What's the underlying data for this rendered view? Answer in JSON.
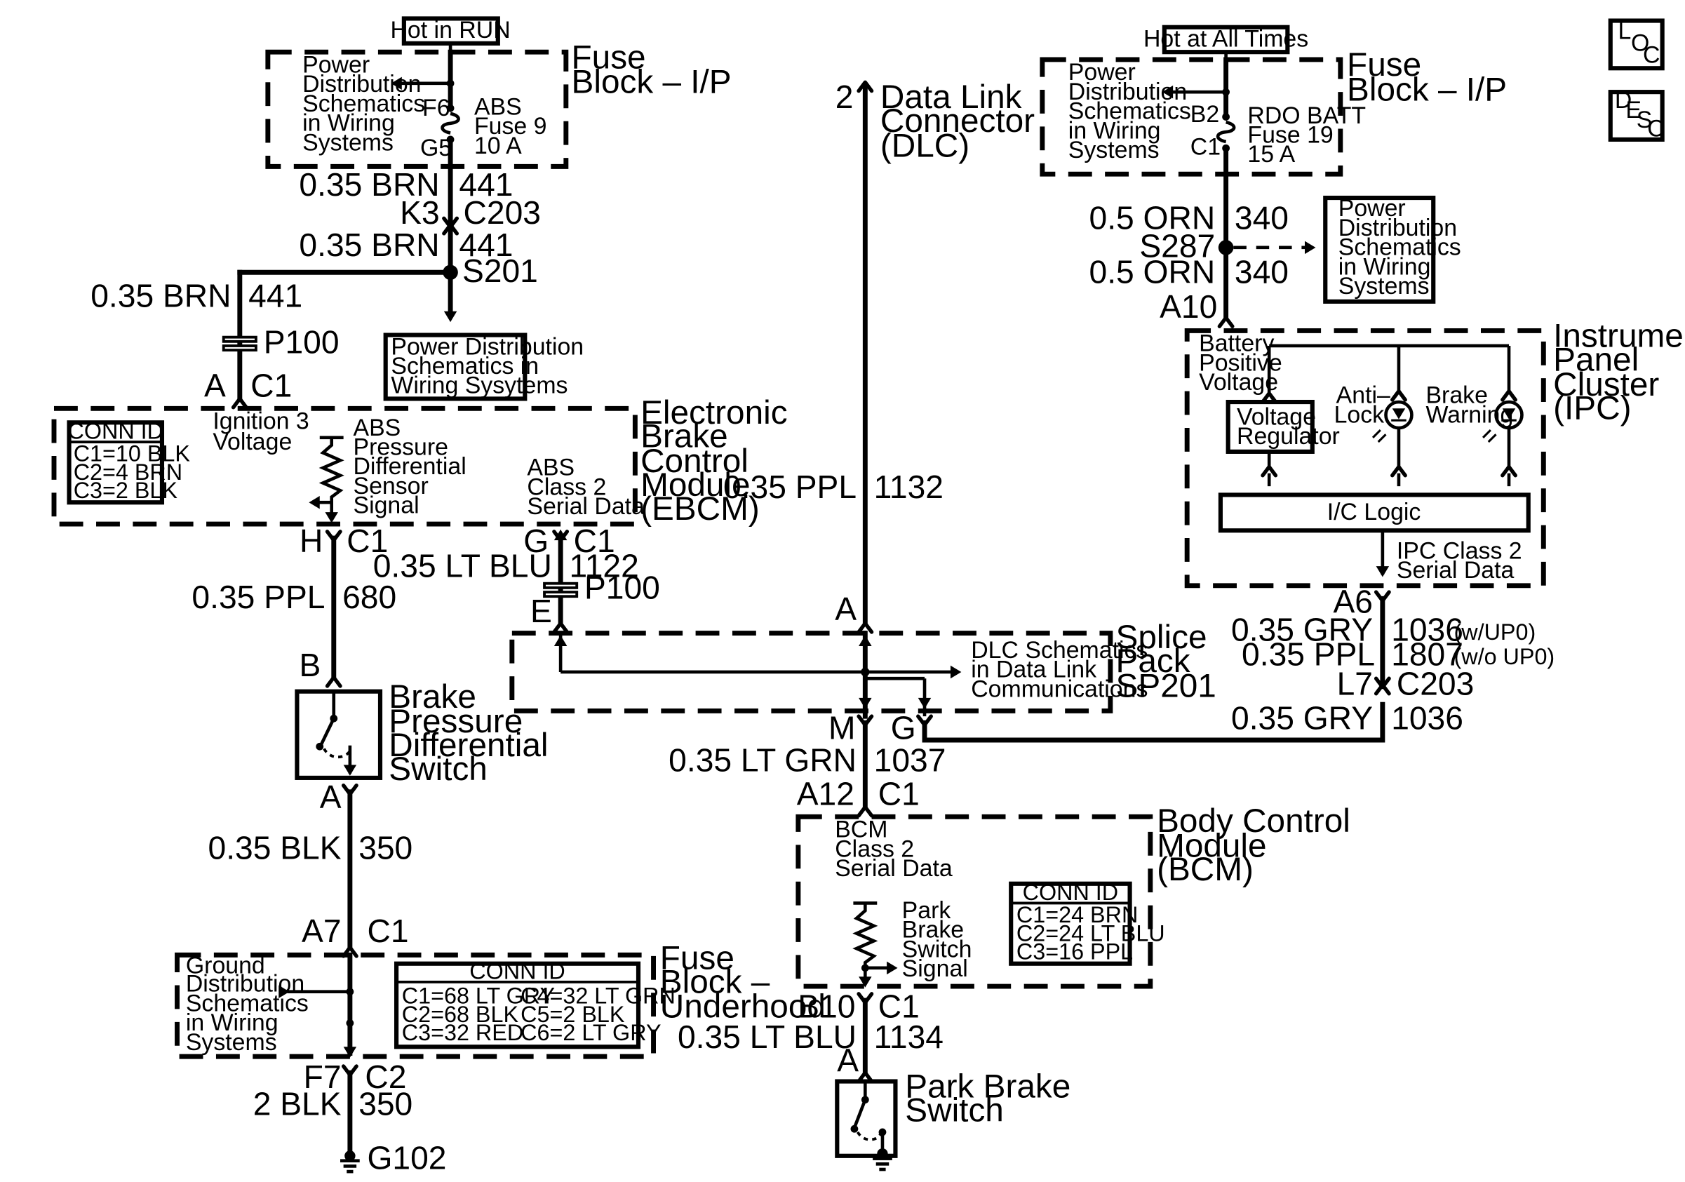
{
  "top_left": {
    "hot_label": "Hot in RUN",
    "block_title": [
      "Fuse",
      "Block – I/P"
    ],
    "power_dist": [
      "Power",
      "Distribution",
      "Schematics",
      "in Wiring",
      "Systems"
    ],
    "pin_top": "F6",
    "pin_bottom": "G5",
    "fuse_text": [
      "ABS",
      "Fuse 9",
      "10 A"
    ],
    "wire1_gauge": "0.35 BRN",
    "wire1_num": "441",
    "conn1_pin": "K3",
    "conn1_name": "C203",
    "wire2_gauge": "0.35 BRN",
    "wire2_num": "441",
    "splice": "S201",
    "wire3_gauge": "0.35 BRN",
    "wire3_num": "441",
    "p100": "P100",
    "power_box": [
      "Power Distribution",
      "Schematics in",
      "Wiring Sysytems"
    ],
    "pin_a": "A",
    "pin_c1": "C1"
  },
  "ebcm": {
    "title": [
      "Electronic",
      "Brake",
      "Control",
      "Module",
      "(EBCM)"
    ],
    "conn_id_title": "CONN ID",
    "conn_id": [
      "C1=10 BLK",
      "C2=4 BRN",
      "C3=2 BLK"
    ],
    "ign": [
      "Ignition 3",
      "Voltage"
    ],
    "sensor": [
      "ABS",
      "Pressure",
      "Differential",
      "Sensor",
      "Signal"
    ],
    "class2": [
      "ABS",
      "Class 2",
      "Serial Data"
    ],
    "pin_h": "H",
    "pin_h_conn": "C1",
    "pin_g": "G",
    "pin_g_conn": "C1"
  },
  "brake_switch": {
    "wire_gauge": "0.35 PPL",
    "wire_num": "680",
    "pin_b": "B",
    "title": [
      "Brake",
      "Pressure",
      "Differential",
      "Switch"
    ],
    "pin_a": "A",
    "wire2_gauge": "0.35 BLK",
    "wire2_num": "350",
    "pin_a7": "A7",
    "pin_a7_conn": "C1"
  },
  "underhood": {
    "title": [
      "Fuse",
      "Block –",
      "Underhood"
    ],
    "ground_dist": [
      "Ground",
      "Distribution",
      "Schematics",
      "in Wiring",
      "Systems"
    ],
    "conn_id_title": "CONN ID",
    "conn_id_left": [
      "C1=68 LT GRY",
      "C2=68 BLK",
      "C3=32 RED"
    ],
    "conn_id_right": [
      "C4=32 LT GRN",
      "C5=2 BLK",
      "C6=2 LT GRY"
    ],
    "pin_f7": "F7",
    "pin_f7_conn": "C2",
    "wire_gauge": "2 BLK",
    "wire_num": "350",
    "ground": "G102"
  },
  "ltblu_wire": {
    "gauge": "0.35 LT BLU",
    "num": "1122",
    "p100": "P100",
    "pin_e": "E"
  },
  "dlc": {
    "pin": "2",
    "title": [
      "Data Link",
      "Connector",
      "(DLC)"
    ],
    "wire_gauge": "0.35 PPL",
    "wire_num": "1132",
    "pin_a": "A"
  },
  "splice_pack": {
    "title": [
      "Splice",
      "Pack",
      "SP201"
    ],
    "dlc_ref": [
      "DLC Schematics",
      "in Data Link",
      "Communications"
    ],
    "pin_m": "M",
    "pin_g": "G",
    "wire_m_gauge": "0.35 LT GRN",
    "wire_m_num": "1037",
    "wire_g_gauge": "0.35 GRY",
    "wire_g_num": "1036"
  },
  "bcm": {
    "pin_a12": "A12",
    "pin_a12_conn": "C1",
    "title": [
      "Body Control",
      "Module",
      "(BCM)"
    ],
    "class2": [
      "BCM",
      "Class 2",
      "Serial Data"
    ],
    "park_signal": [
      "Park",
      "Brake",
      "Switch",
      "Signal"
    ],
    "conn_id_title": "CONN ID",
    "conn_id": [
      "C1=24 BRN",
      "C2=24 LT BLU",
      "C3=16 PPL"
    ],
    "pin_b10": "B10",
    "pin_b10_conn": "C1",
    "wire_gauge": "0.35 LT BLU",
    "wire_num": "1134",
    "pin_a": "A",
    "switch_title": [
      "Park Brake",
      "Switch"
    ]
  },
  "top_right": {
    "hot_label": "Hot at All Times",
    "block_title": [
      "Fuse",
      "Block – I/P"
    ],
    "power_dist": [
      "Power",
      "Distribution",
      "Schematics",
      "in Wiring",
      "Systems"
    ],
    "pin_top": "B2",
    "pin_bottom": "C1",
    "fuse_text": [
      "RDO BATT",
      "Fuse 19",
      "15 A"
    ],
    "wire1_gauge": "0.5 ORN",
    "wire1_num": "340",
    "splice": "S287",
    "wire2_gauge": "0.5 ORN",
    "wire2_num": "340",
    "power_box": [
      "Power",
      "Distribution",
      "Schematics",
      "in Wiring",
      "Systems"
    ],
    "pin_a10": "A10"
  },
  "ipc": {
    "title": [
      "Instrument",
      "Panel",
      "Cluster",
      "(IPC)"
    ],
    "battery": [
      "Battery",
      "Positive",
      "Voltage"
    ],
    "regulator": [
      "Voltage",
      "Regulator"
    ],
    "antilock": [
      "Anti–",
      "Lock"
    ],
    "brake_warn": [
      "Brake",
      "Warning"
    ],
    "logic": "I/C Logic",
    "class2": [
      "IPC Class 2",
      "Serial Data"
    ],
    "pin_a6": "A6",
    "wire1_gauge": "0.35 GRY",
    "wire1_num": "1036",
    "wire1_note": "(w/UP0)",
    "wire2_gauge": "0.35 PPL",
    "wire2_num": "1807",
    "wire2_note": "(w/o UP0)",
    "pin_l7": "L7",
    "pin_l7_conn": "C203"
  },
  "legend": {
    "loc": [
      "L",
      "O",
      "C"
    ],
    "desc": [
      "D",
      "E",
      "S",
      "C"
    ]
  }
}
